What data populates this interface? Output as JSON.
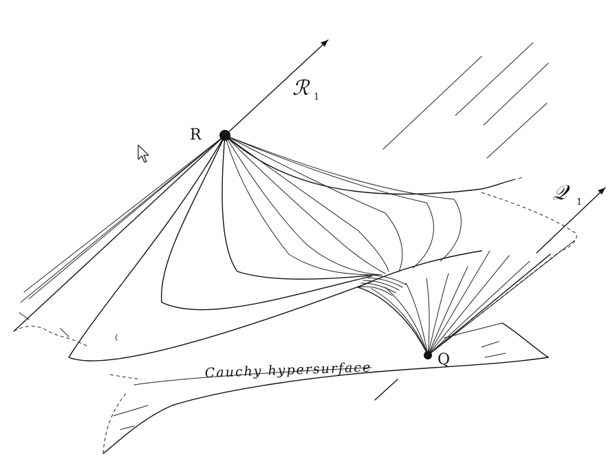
{
  "labels": {
    "point_r": "R",
    "point_q": "Q",
    "curve_r": "ℛ",
    "curve_r_sub": "1",
    "curve_q": "𝒬",
    "curve_q_sub": "1",
    "surface": "Cauchy hypersurface"
  },
  "icons": {
    "cursor": "mouse-pointer-icon"
  }
}
